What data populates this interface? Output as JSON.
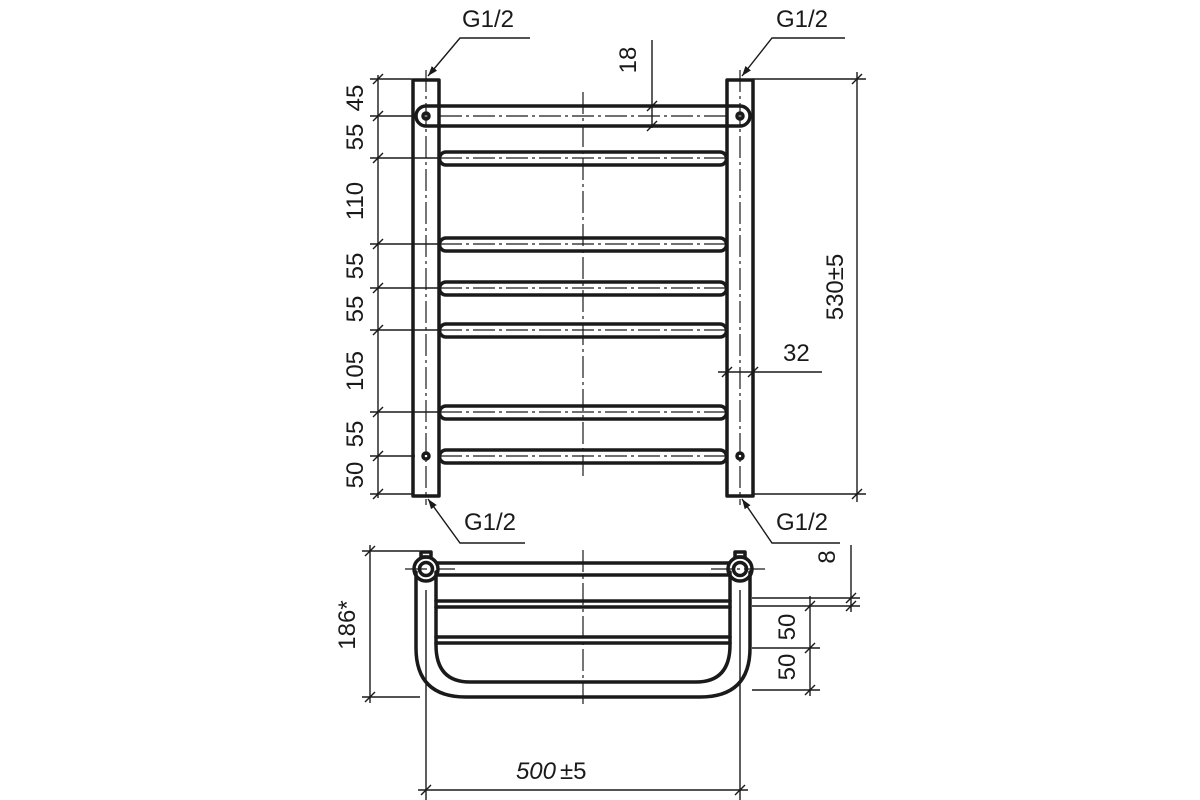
{
  "thread_labels": {
    "top_left": "G1/2",
    "top_right": "G1/2",
    "bottom_left": "G1/2",
    "bottom_right": "G1/2"
  },
  "front_view_dimensions": {
    "left_chain": [
      "45",
      "55",
      "110",
      "55",
      "55",
      "105",
      "55",
      "50"
    ],
    "top_rung_offset": "18",
    "overall_height": "530±5",
    "pipe_diameter": "32"
  },
  "side_view_dimensions": {
    "depth": "186*",
    "top_offset": "8",
    "shelf_spacing": [
      "50",
      "50"
    ]
  },
  "overall_width": {
    "value": "500",
    "tolerance": "±5"
  }
}
